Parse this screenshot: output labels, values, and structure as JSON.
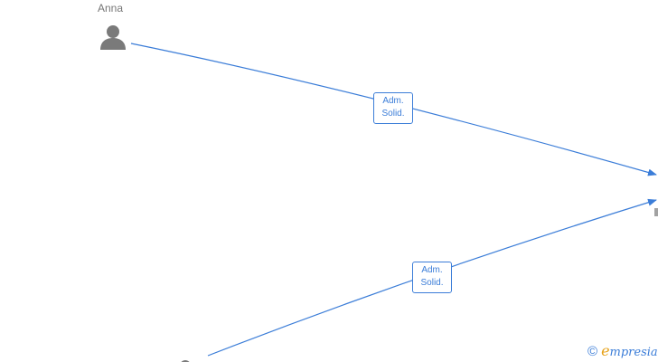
{
  "diagram": {
    "nodes": [
      {
        "id": "anna",
        "name": "Anna",
        "type": "person"
      },
      {
        "id": "company",
        "name": "",
        "type": "company"
      },
      {
        "id": "person2",
        "name": "",
        "type": "person"
      }
    ],
    "edges": [
      {
        "from": "anna",
        "to": "company",
        "label_line1": "Adm.",
        "label_line2": "Solid."
      },
      {
        "from": "person2",
        "to": "company",
        "label_line1": "Adm.",
        "label_line2": "Solid."
      }
    ],
    "colors": {
      "edge": "#3b7dd8",
      "icon": "#7a7a7a",
      "label_text": "#3b7dd8",
      "brand_e": "#e6a117"
    }
  },
  "watermark": {
    "copyright_symbol": "©",
    "brand_first_letter": "e",
    "brand_rest": "mpresia"
  }
}
